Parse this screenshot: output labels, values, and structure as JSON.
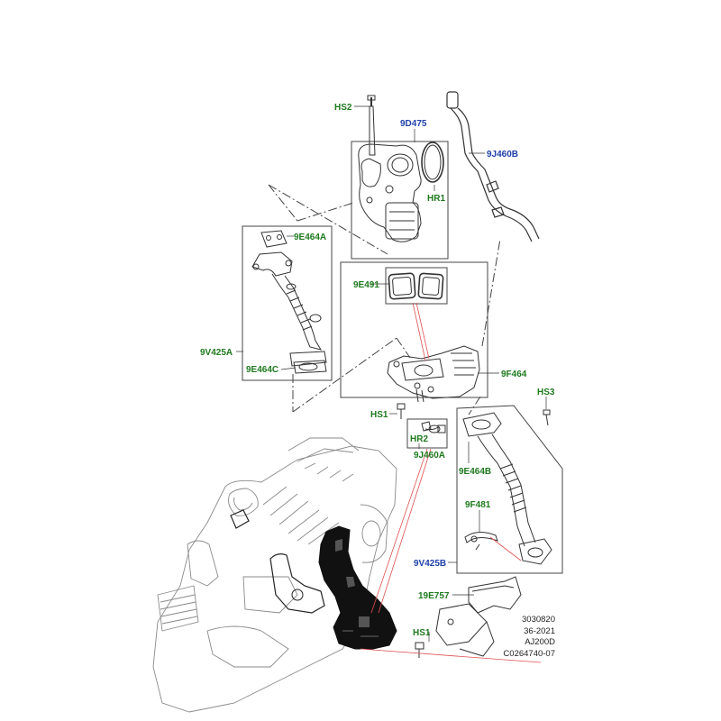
{
  "colors": {
    "label_green": "#1e7a1e",
    "label_blue": "#1f3fa8",
    "highlight_red": "#e05050",
    "part_black": "#111111"
  },
  "labels": {
    "hs2": "HS2",
    "p9d475": "9D475",
    "p9j460b": "9J460B",
    "hr1": "HR1",
    "p9e464a": "9E464A",
    "p9e491": "9E491",
    "p9v425a": "9V425A",
    "p9e464c": "9E464C",
    "p9f464": "9F464",
    "hs3": "HS3",
    "hs1_top": "HS1",
    "hr2": "HR2",
    "p9j460a": "9J460A",
    "p9e464b": "9E464B",
    "p9f481": "9F481",
    "p9v425b": "9V425B",
    "p19e757": "19E757",
    "hs1_bottom": "HS1"
  },
  "meta": {
    "line1": "3030820",
    "line2": "36-2021",
    "line3": "AJ200D",
    "line4": "C0264740-07"
  }
}
